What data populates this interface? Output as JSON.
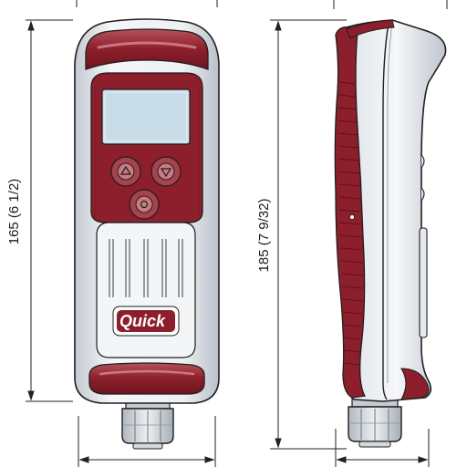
{
  "dimensions": {
    "front_height": "165 (6 1/2)",
    "side_height": "185  (7 9/32)"
  },
  "device": {
    "brand": "Quick"
  },
  "colors": {
    "maroon": "#8c1f2b",
    "maroon_dark": "#5e1019",
    "maroon_light": "#b5505a",
    "body_light": "#eef1f4",
    "body_shadow": "#c7cdd4",
    "screen": "#c9dde9",
    "outline": "#1e1e1e"
  },
  "icons": {
    "up_button": "triangle-up-icon",
    "down_button": "triangle-down-icon",
    "center_button": "circle-icon"
  }
}
